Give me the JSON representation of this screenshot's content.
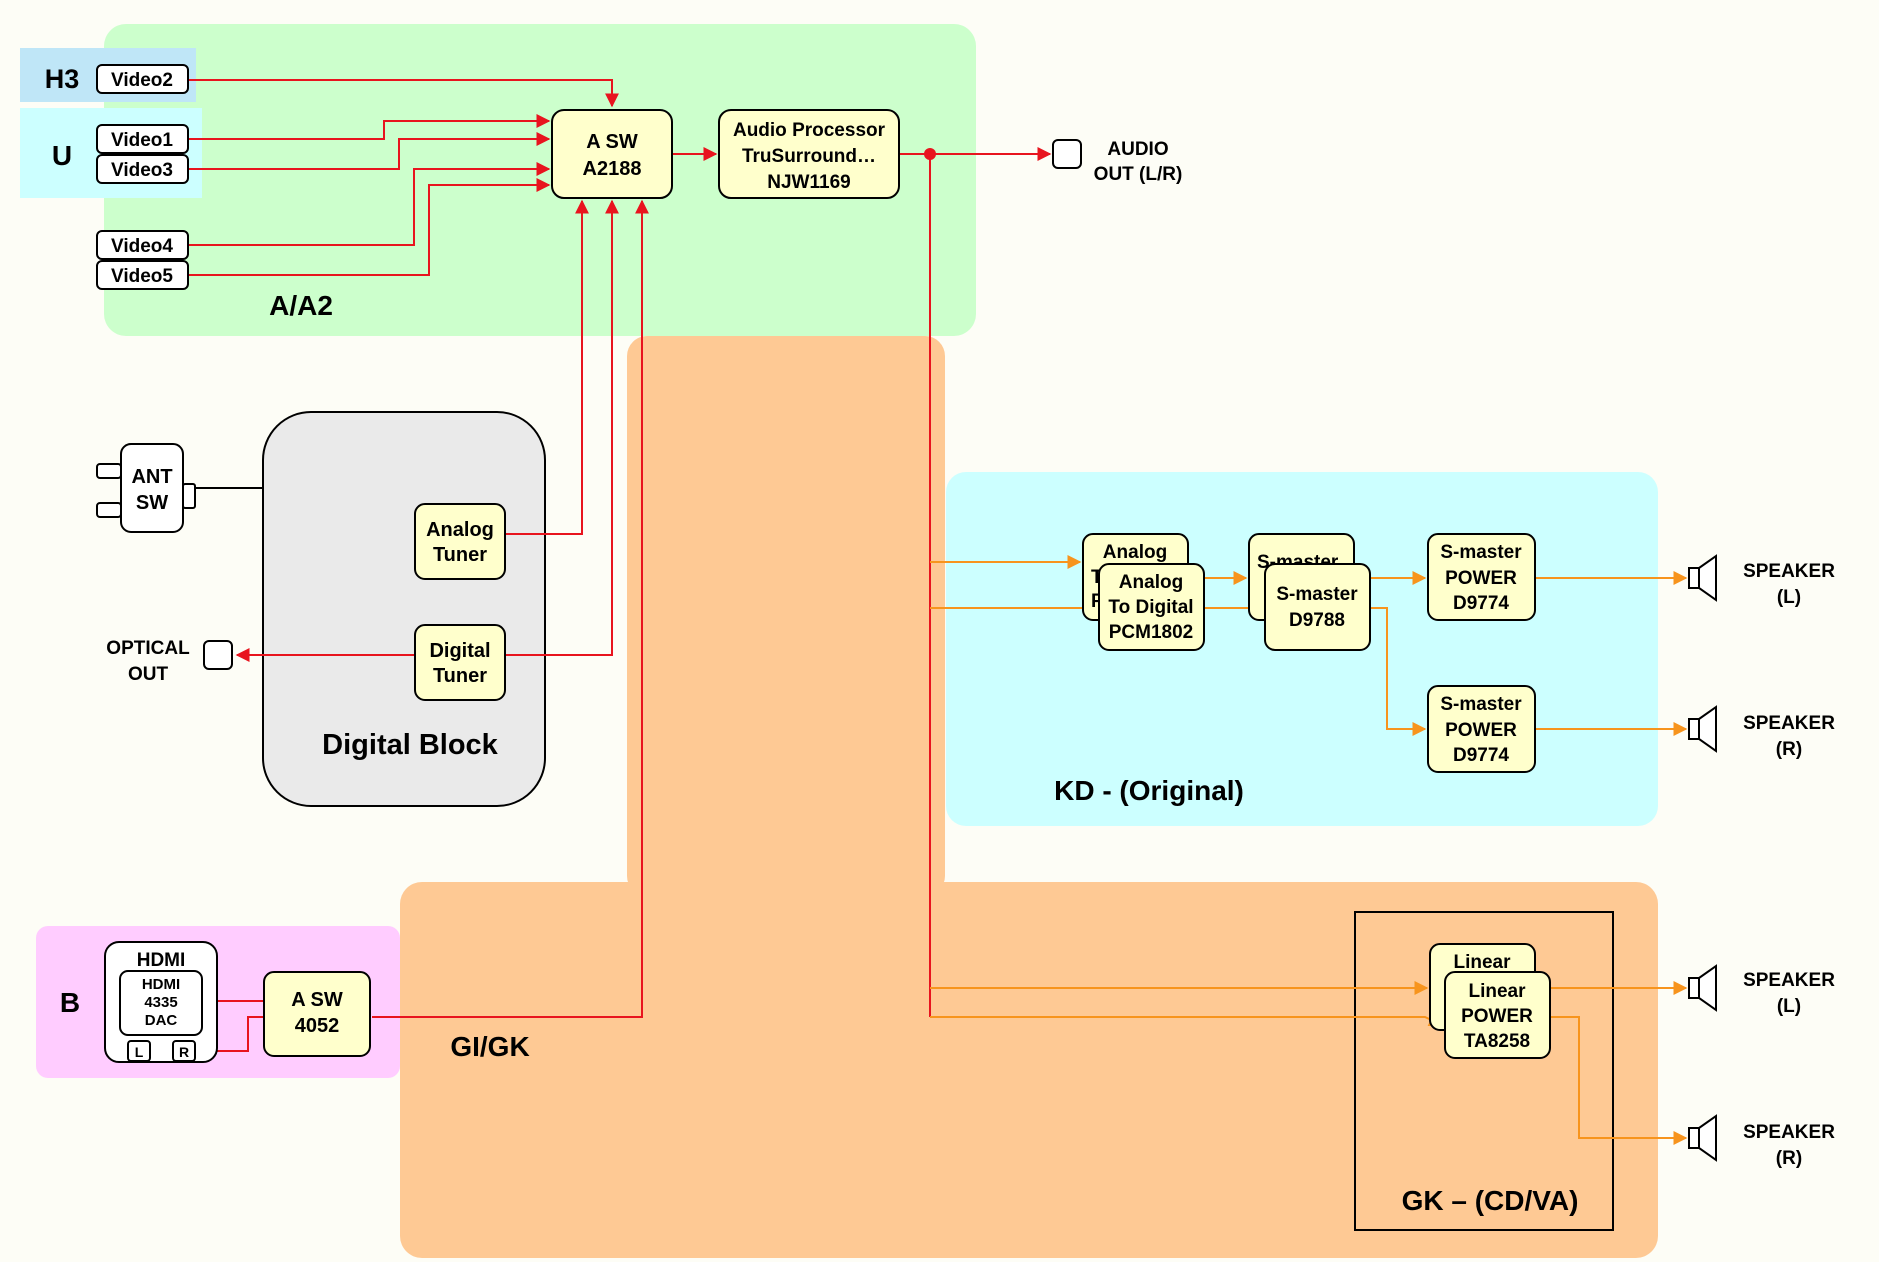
{
  "regions": {
    "aa2": "A/A2",
    "digital_block": "Digital Block",
    "kd": "KD - (Original)",
    "gigk": "GI/GK",
    "gk": "GK – (CD/VA)",
    "h3": "H3",
    "u": "U",
    "b": "B"
  },
  "inputs": {
    "video2": "Video2",
    "video1": "Video1",
    "video3": "Video3",
    "video4": "Video4",
    "video5": "Video5"
  },
  "asw_top": [
    "A SW",
    "A2188"
  ],
  "audio_processor": [
    "Audio Processor",
    "TruSurround…",
    "NJW1169"
  ],
  "audio_out": [
    "AUDIO",
    "OUT (L/R)"
  ],
  "ant_sw": [
    "ANT",
    "SW"
  ],
  "analog_tuner": [
    "Analog",
    "Tuner"
  ],
  "digital_tuner": [
    "Digital",
    "Tuner"
  ],
  "optical_out": [
    "OPTICAL",
    "OUT"
  ],
  "kd_blocks": {
    "adc_back": [
      "Analog",
      "T",
      "P"
    ],
    "adc_front": [
      "Analog",
      "To Digital",
      "PCM1802"
    ],
    "smaster_back": "S-master",
    "smaster_front": [
      "S-master",
      "D9788"
    ],
    "power_l": [
      "S-master",
      "POWER",
      "D9774"
    ],
    "power_r": [
      "S-master",
      "POWER",
      "D9774"
    ]
  },
  "gk_blocks": {
    "linear_back": "Linear",
    "linear_front": [
      "Linear",
      "POWER",
      "TA8258"
    ]
  },
  "speakers": {
    "kd_l": [
      "SPEAKER",
      "(L)"
    ],
    "kd_r": [
      "SPEAKER",
      "(R)"
    ],
    "gk_l": [
      "SPEAKER",
      "(L)"
    ],
    "gk_r": [
      "SPEAKER",
      "(R)"
    ]
  },
  "hdmi": {
    "title": "HDMI",
    "chip": [
      "HDMI",
      "4335",
      "DAC"
    ],
    "l": "L",
    "r": "R"
  },
  "asw_b": [
    "A SW",
    "4052"
  ],
  "colors": {
    "green_region": "#ccffcc",
    "orange_region": "#fec994",
    "cyan_region": "#ccffff",
    "pink_region": "#ffccff",
    "digital_block": "#eaeaea",
    "red_line": "#e8141e",
    "orange_line": "#f7941d",
    "chip_fill": "#ffffcc"
  }
}
